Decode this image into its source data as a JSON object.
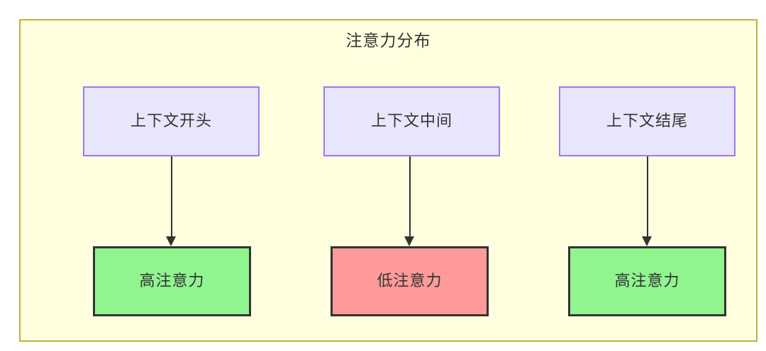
{
  "diagram": {
    "title": "注意力分布",
    "container": {
      "fill": "#ffffe0",
      "stroke": "#bdb434"
    },
    "context_nodes": [
      {
        "id": "ctx-start",
        "label": "上下文开头",
        "fill": "#e8e6fc",
        "stroke": "#9d7aea"
      },
      {
        "id": "ctx-middle",
        "label": "上下文中间",
        "fill": "#e8e6fc",
        "stroke": "#9d7aea"
      },
      {
        "id": "ctx-end",
        "label": "上下文结尾",
        "fill": "#e8e6fc",
        "stroke": "#9d7aea"
      }
    ],
    "attention_nodes": [
      {
        "id": "attn-high-start",
        "label": "高注意力",
        "level": "high",
        "fill": "#90f58f",
        "stroke": "#333333"
      },
      {
        "id": "attn-low-middle",
        "label": "低注意力",
        "level": "low",
        "fill": "#ff9a9a",
        "stroke": "#333333"
      },
      {
        "id": "attn-high-end",
        "label": "高注意力",
        "level": "high",
        "fill": "#90f58f",
        "stroke": "#333333"
      }
    ],
    "edges": [
      {
        "id": "edge-1",
        "from": "ctx-start",
        "to": "attn-high-start",
        "label": ""
      },
      {
        "id": "edge-2",
        "from": "ctx-middle",
        "to": "attn-low-middle",
        "label": ""
      },
      {
        "id": "edge-3",
        "from": "ctx-end",
        "to": "attn-high-end",
        "label": ""
      }
    ]
  }
}
